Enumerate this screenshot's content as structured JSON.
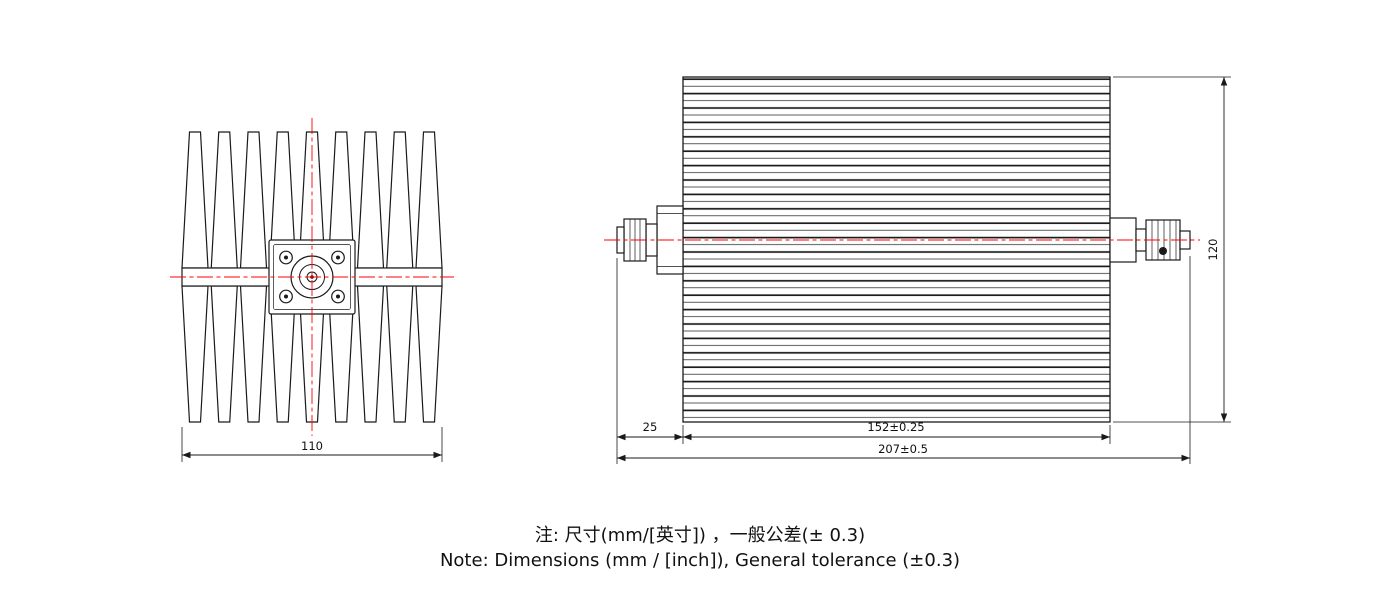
{
  "drawing": {
    "title": "rf-attenuator-outline-drawing",
    "dimensions": {
      "front_width": "110",
      "connector_length": "25",
      "body_length": "152±0.25",
      "overall_length": "207±0.5",
      "overall_height": "120"
    },
    "notes": {
      "line1_zh": "注: 尺寸(mm/[英寸]) ，一般公差(± 0.3)",
      "line2_en": "Note: Dimensions (mm / [inch]), General tolerance (±0.3)"
    },
    "colors": {
      "line": "#1a1a1a",
      "centerline_red": "#ff0000",
      "background": "#ffffff"
    }
  }
}
